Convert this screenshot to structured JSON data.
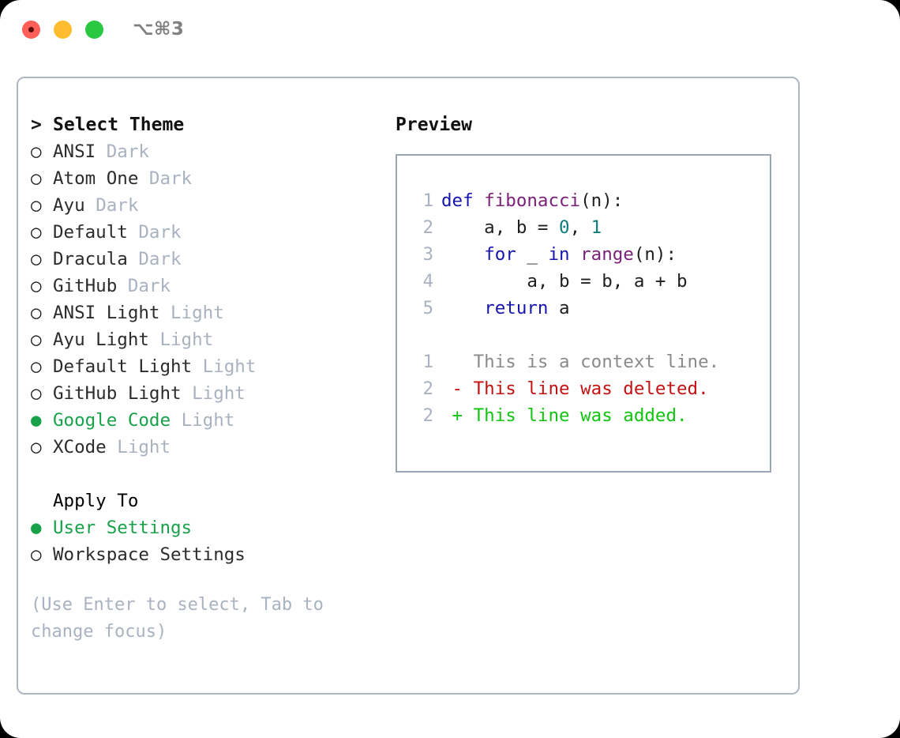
{
  "window": {
    "shortcut_label": "⌥⌘3",
    "traffic_lights": [
      "close",
      "minimize",
      "maximize"
    ]
  },
  "theme_picker": {
    "header": "Select Theme",
    "header_prefix": ">",
    "radio_unselected": "○",
    "radio_selected": "●",
    "items": [
      {
        "name": "ANSI",
        "variant": "Dark",
        "selected": false
      },
      {
        "name": "Atom One",
        "variant": "Dark",
        "selected": false
      },
      {
        "name": "Ayu",
        "variant": "Dark",
        "selected": false
      },
      {
        "name": "Default",
        "variant": "Dark",
        "selected": false
      },
      {
        "name": "Dracula",
        "variant": "Dark",
        "selected": false
      },
      {
        "name": "GitHub",
        "variant": "Dark",
        "selected": false
      },
      {
        "name": "ANSI Light",
        "variant": "Light",
        "selected": false
      },
      {
        "name": "Ayu Light",
        "variant": "Light",
        "selected": false
      },
      {
        "name": "Default Light",
        "variant": "Light",
        "selected": false
      },
      {
        "name": "GitHub Light",
        "variant": "Light",
        "selected": false
      },
      {
        "name": "Google Code",
        "variant": "Light",
        "selected": true
      },
      {
        "name": "XCode",
        "variant": "Light",
        "selected": false
      }
    ]
  },
  "apply_to": {
    "header": "Apply To",
    "items": [
      {
        "name": "User Settings",
        "selected": true
      },
      {
        "name": "Workspace Settings",
        "selected": false
      }
    ]
  },
  "hint": "(Use Enter to select, Tab to change focus)",
  "preview": {
    "title": "Preview",
    "code_lines": [
      {
        "number": "1",
        "tokens": [
          {
            "text": "def ",
            "type": "kw"
          },
          {
            "text": "fibonacci",
            "type": "fn"
          },
          {
            "text": "(n):",
            "type": "pl"
          }
        ]
      },
      {
        "number": "2",
        "tokens": [
          {
            "text": "    a, b = ",
            "type": "pl"
          },
          {
            "text": "0",
            "type": "num"
          },
          {
            "text": ", ",
            "type": "pl"
          },
          {
            "text": "1",
            "type": "num"
          }
        ]
      },
      {
        "number": "3",
        "tokens": [
          {
            "text": "    ",
            "type": "pl"
          },
          {
            "text": "for",
            "type": "kw"
          },
          {
            "text": " _ ",
            "type": "pl"
          },
          {
            "text": "in",
            "type": "kw"
          },
          {
            "text": " ",
            "type": "pl"
          },
          {
            "text": "range",
            "type": "fn"
          },
          {
            "text": "(n):",
            "type": "pl"
          }
        ]
      },
      {
        "number": "4",
        "tokens": [
          {
            "text": "        a, b = b, a + b",
            "type": "pl"
          }
        ]
      },
      {
        "number": "5",
        "tokens": [
          {
            "text": "    ",
            "type": "pl"
          },
          {
            "text": "return",
            "type": "kw"
          },
          {
            "text": " a",
            "type": "pl"
          }
        ]
      }
    ],
    "diff_lines": [
      {
        "number": "1",
        "marker": " ",
        "text": "This is a context line.",
        "type": "ctx"
      },
      {
        "number": "2",
        "marker": "-",
        "text": "This line was deleted.",
        "type": "del"
      },
      {
        "number": "2",
        "marker": "+",
        "text": "This line was added.",
        "type": "add"
      }
    ]
  },
  "colors": {
    "accent_green": "#17a24a",
    "keyword_blue": "#1515ae",
    "function_purple": "#7a1f7a",
    "number_teal": "#0f7b7b",
    "diff_delete_red": "#c41111",
    "diff_add_green": "#12c412",
    "muted_gray": "#a9b2c0",
    "border_gray": "#aeb7c4",
    "traffic_red": "#ff5f57",
    "traffic_yellow": "#febc2e",
    "traffic_green": "#28c840"
  }
}
